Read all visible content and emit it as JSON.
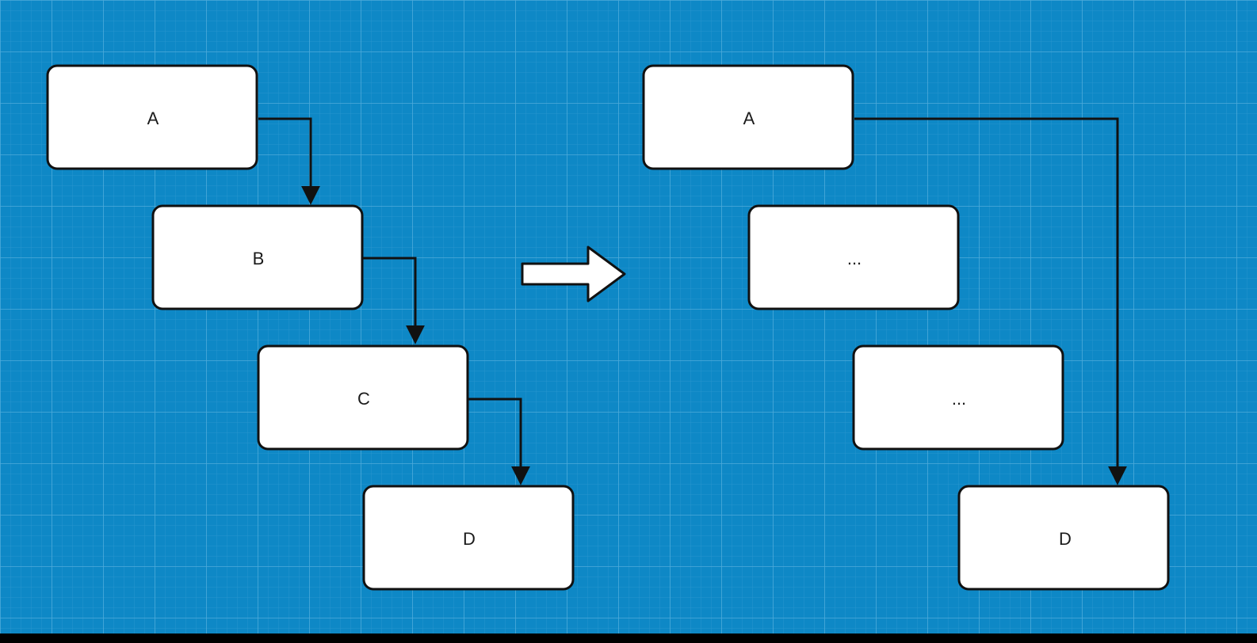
{
  "colors": {
    "background": "#0e88c6",
    "grid_minor": "#3aa0d4",
    "grid_major": "#5cb3de",
    "box_fill": "#ffffff",
    "box_stroke": "#111111",
    "edge_stroke": "#111111"
  },
  "before": {
    "nodes": [
      {
        "id": "A",
        "label": "A"
      },
      {
        "id": "B",
        "label": "B"
      },
      {
        "id": "C",
        "label": "C"
      },
      {
        "id": "D",
        "label": "D"
      }
    ],
    "edges": [
      {
        "from": "A",
        "to": "B"
      },
      {
        "from": "B",
        "to": "C"
      },
      {
        "from": "C",
        "to": "D"
      }
    ]
  },
  "transition_icon": "right-arrow-icon",
  "after": {
    "nodes": [
      {
        "id": "A",
        "label": "A"
      },
      {
        "id": "m1",
        "label": "..."
      },
      {
        "id": "m2",
        "label": "..."
      },
      {
        "id": "D",
        "label": "D"
      }
    ],
    "edges": [
      {
        "from": "A",
        "to": "D"
      }
    ]
  }
}
